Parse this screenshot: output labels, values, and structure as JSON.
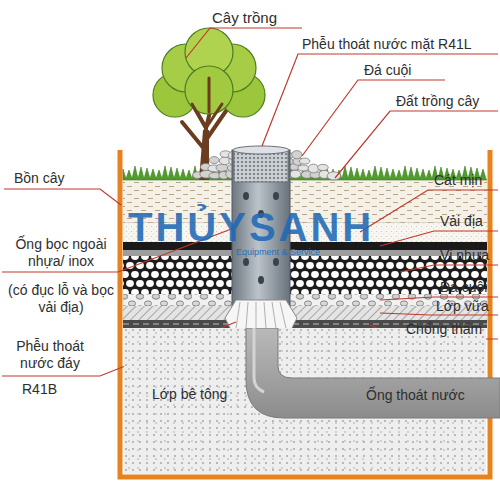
{
  "diagram": {
    "nodes": [
      {
        "text": [
          "Lớp bê tông"
        ]
      },
      {
        "text": [
          "Ống thoát nước"
        ]
      }
    ],
    "labels": [
      "Cây trồng",
      "Phễu thoát nước mặt R41L",
      "Đá cuội",
      "Đất trồng cây",
      "Bồn cây",
      "Cát mịn",
      "Vải địa",
      "Vỉ nhựa",
      "Đá cuội",
      "Ống bọc ngoài nhựa/ inox",
      "(có đục lỗ và bọc vải địa)",
      "Lớp vữa",
      "Chống thấm",
      "Phễu thoát nước đáy",
      "R41B",
      "THỦYSANH",
      "Equipment & Service"
    ]
  }
}
